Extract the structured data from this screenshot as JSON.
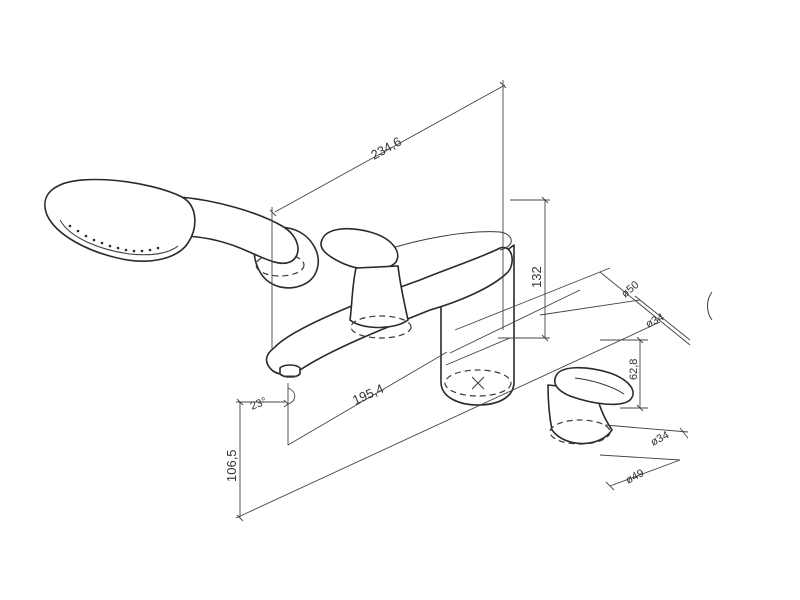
{
  "dimensions": {
    "overall_length": "234,6",
    "spout_reach": "195,4",
    "spout_height": "106,5",
    "body_height": "132",
    "handle_height": "62,8",
    "spout_angle": "23°",
    "body_base_diameter": "ø50",
    "body_top_diameter": "ø34",
    "handle_top_diameter": "ø34",
    "handle_base_diameter": "ø49"
  },
  "colors": {
    "line": "#2a2a2a",
    "background": "#ffffff"
  }
}
